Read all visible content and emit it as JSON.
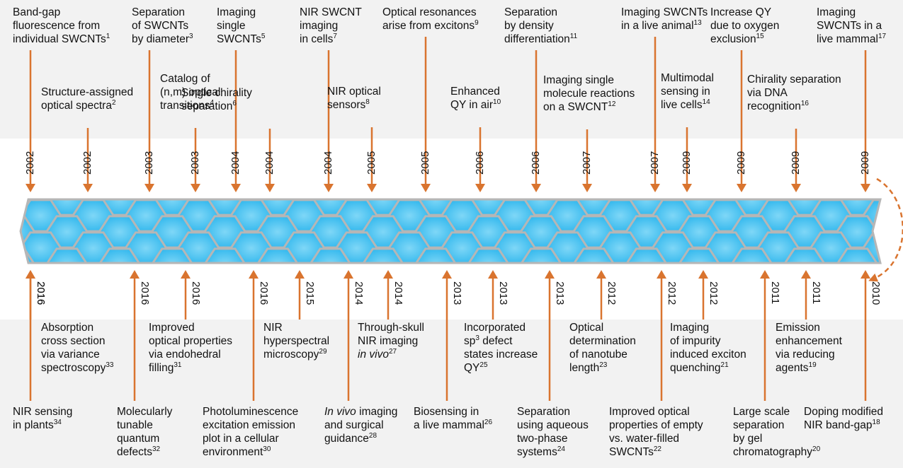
{
  "colors": {
    "arrow": "#d9742f",
    "tube": "#29b4ec",
    "tube_light": "#7fd7f7",
    "hex_edge": "#b6b6b6",
    "band": "#f2f2f2"
  },
  "top_row1": [
    {
      "parts": [
        [
          "t",
          "Band-gap"
        ],
        [
          "br"
        ],
        [
          "t",
          "fluorescence from"
        ],
        [
          "br"
        ],
        [
          "t",
          "individual SWCNTs"
        ],
        [
          "s",
          "1"
        ]
      ],
      "year": "2002"
    },
    {
      "parts": [
        [
          "t",
          "Separation"
        ],
        [
          "br"
        ],
        [
          "t",
          "of SWCNTs"
        ],
        [
          "br"
        ],
        [
          "t",
          "by diameter"
        ],
        [
          "s",
          "3"
        ]
      ],
      "year": "2003"
    },
    {
      "parts": [
        [
          "t",
          "Imaging"
        ],
        [
          "br"
        ],
        [
          "t",
          "single"
        ],
        [
          "br"
        ],
        [
          "t",
          "SWCNTs"
        ],
        [
          "s",
          "5"
        ]
      ],
      "year": "2004"
    },
    {
      "parts": [
        [
          "t",
          "NIR SWCNT"
        ],
        [
          "br"
        ],
        [
          "t",
          "imaging"
        ],
        [
          "br"
        ],
        [
          "t",
          "in cells"
        ],
        [
          "s",
          "7"
        ]
      ],
      "year": "2004"
    },
    {
      "parts": [
        [
          "t",
          "Optical resonances"
        ],
        [
          "br"
        ],
        [
          "t",
          "arise from excitons"
        ],
        [
          "s",
          "9"
        ]
      ],
      "year": "2005"
    },
    {
      "parts": [
        [
          "t",
          "Separation"
        ],
        [
          "br"
        ],
        [
          "t",
          "by density"
        ],
        [
          "br"
        ],
        [
          "t",
          "differentiation"
        ],
        [
          "s",
          "11"
        ]
      ],
      "year": "2006"
    },
    {
      "parts": [
        [
          "t",
          "Imaging SWCNTs"
        ],
        [
          "br"
        ],
        [
          "t",
          "in a live animal"
        ],
        [
          "s",
          "13"
        ]
      ],
      "year": "2007"
    },
    {
      "parts": [
        [
          "t",
          "Increase QY"
        ],
        [
          "br"
        ],
        [
          "t",
          "due to oxygen"
        ],
        [
          "br"
        ],
        [
          "t",
          "exclusion"
        ],
        [
          "s",
          "15"
        ]
      ],
      "year": "2009"
    },
    {
      "parts": [
        [
          "t",
          "Imaging"
        ],
        [
          "br"
        ],
        [
          "t",
          "SWCNTs in a"
        ],
        [
          "br"
        ],
        [
          "t",
          "live mammal"
        ],
        [
          "s",
          "17"
        ]
      ],
      "year": "2009"
    }
  ],
  "top_row2": [
    {
      "parts": [
        [
          "t",
          "Structure-assigned"
        ],
        [
          "br"
        ],
        [
          "t",
          "optical spectra"
        ],
        [
          "s",
          "2"
        ]
      ],
      "year": "2002"
    },
    {
      "parts": [
        [
          "t",
          "Catalog of"
        ],
        [
          "br"
        ],
        [
          "t",
          "(n,m) optical"
        ],
        [
          "br"
        ],
        [
          "t",
          "transitions"
        ],
        [
          "s",
          "4"
        ]
      ],
      "year": "2003"
    },
    {
      "parts": [
        [
          "t",
          "Single chirality"
        ],
        [
          "br"
        ],
        [
          "t",
          "separation"
        ],
        [
          "s",
          "6"
        ]
      ],
      "year": "2004"
    },
    {
      "parts": [
        [
          "t",
          "NIR optical"
        ],
        [
          "br"
        ],
        [
          "t",
          "sensors"
        ],
        [
          "s",
          "8"
        ]
      ],
      "year": "2005"
    },
    {
      "parts": [
        [
          "t",
          "Enhanced"
        ],
        [
          "br"
        ],
        [
          "t",
          "QY in air"
        ],
        [
          "s",
          "10"
        ]
      ],
      "year": "2006"
    },
    {
      "parts": [
        [
          "t",
          "Imaging single"
        ],
        [
          "br"
        ],
        [
          "t",
          "molecule reactions"
        ],
        [
          "br"
        ],
        [
          "t",
          "on a SWCNT"
        ],
        [
          "s",
          "12"
        ]
      ],
      "year": "2007"
    },
    {
      "parts": [
        [
          "t",
          "Multimodal"
        ],
        [
          "br"
        ],
        [
          "t",
          "sensing in"
        ],
        [
          "br"
        ],
        [
          "t",
          "live cells"
        ],
        [
          "s",
          "14"
        ]
      ],
      "year": "2009"
    },
    {
      "parts": [
        [
          "t",
          "Chirality separation"
        ],
        [
          "br"
        ],
        [
          "t",
          "via DNA"
        ],
        [
          "br"
        ],
        [
          "t",
          "recognition"
        ],
        [
          "s",
          "16"
        ]
      ],
      "year": "2009"
    }
  ],
  "bottom_row1": [
    {
      "parts": [
        [
          "t",
          "Absorption"
        ],
        [
          "br"
        ],
        [
          "t",
          "cross section"
        ],
        [
          "br"
        ],
        [
          "t",
          "via variance"
        ],
        [
          "br"
        ],
        [
          "t",
          "spectroscopy"
        ],
        [
          "s",
          "33"
        ]
      ],
      "year": "2016"
    },
    {
      "parts": [
        [
          "t",
          "Improved"
        ],
        [
          "br"
        ],
        [
          "t",
          "optical properties"
        ],
        [
          "br"
        ],
        [
          "t",
          "via endohedral"
        ],
        [
          "br"
        ],
        [
          "t",
          "filling"
        ],
        [
          "s",
          "31"
        ]
      ],
      "year": "2016"
    },
    {
      "parts": [
        [
          "t",
          "NIR"
        ],
        [
          "br"
        ],
        [
          "t",
          "hyperspectral"
        ],
        [
          "br"
        ],
        [
          "t",
          "microscopy"
        ],
        [
          "s",
          "29"
        ]
      ],
      "year": "2015"
    },
    {
      "parts": [
        [
          "t",
          "Through-skull"
        ],
        [
          "br"
        ],
        [
          "t",
          "NIR imaging"
        ],
        [
          "br"
        ],
        [
          "i",
          "in vivo"
        ],
        [
          "s",
          "27"
        ]
      ],
      "year": "2014"
    },
    {
      "parts": [
        [
          "t",
          "Incorporated"
        ],
        [
          "br"
        ],
        [
          "t",
          "sp"
        ],
        [
          "s",
          "3"
        ],
        [
          "t",
          " defect"
        ],
        [
          "br"
        ],
        [
          "t",
          "states increase"
        ],
        [
          "br"
        ],
        [
          "t",
          "QY"
        ],
        [
          "s",
          "25"
        ]
      ],
      "year": "2013"
    },
    {
      "parts": [
        [
          "t",
          "Optical"
        ],
        [
          "br"
        ],
        [
          "t",
          "determination"
        ],
        [
          "br"
        ],
        [
          "t",
          "of nanotube"
        ],
        [
          "br"
        ],
        [
          "t",
          "length"
        ],
        [
          "s",
          "23"
        ]
      ],
      "year": "2012"
    },
    {
      "parts": [
        [
          "t",
          "Imaging"
        ],
        [
          "br"
        ],
        [
          "t",
          "of impurity"
        ],
        [
          "br"
        ],
        [
          "t",
          "induced exciton"
        ],
        [
          "br"
        ],
        [
          "t",
          "quenching"
        ],
        [
          "s",
          "21"
        ]
      ],
      "year": "2012"
    },
    {
      "parts": [
        [
          "t",
          "Emission"
        ],
        [
          "br"
        ],
        [
          "t",
          "enhancement"
        ],
        [
          "br"
        ],
        [
          "t",
          "via reducing"
        ],
        [
          "br"
        ],
        [
          "t",
          "agents"
        ],
        [
          "s",
          "19"
        ]
      ],
      "year": "2011"
    }
  ],
  "bottom_row2": [
    {
      "parts": [
        [
          "t",
          "NIR sensing"
        ],
        [
          "br"
        ],
        [
          "t",
          "in plants"
        ],
        [
          "s",
          "34"
        ]
      ],
      "year": "2016"
    },
    {
      "parts": [
        [
          "t",
          "Molecularly"
        ],
        [
          "br"
        ],
        [
          "t",
          "tunable"
        ],
        [
          "br"
        ],
        [
          "t",
          "quantum"
        ],
        [
          "br"
        ],
        [
          "t",
          "defects"
        ],
        [
          "s",
          "32"
        ]
      ],
      "year": "2016"
    },
    {
      "parts": [
        [
          "t",
          "Photoluminescence"
        ],
        [
          "br"
        ],
        [
          "t",
          "excitation emission"
        ],
        [
          "br"
        ],
        [
          "t",
          "plot in a cellular"
        ],
        [
          "br"
        ],
        [
          "t",
          "environment"
        ],
        [
          "s",
          "30"
        ]
      ],
      "year": "2016"
    },
    {
      "parts": [
        [
          "i",
          "In vivo"
        ],
        [
          "t",
          " imaging"
        ],
        [
          "br"
        ],
        [
          "t",
          "and surgical"
        ],
        [
          "br"
        ],
        [
          "t",
          "guidance"
        ],
        [
          "s",
          "28"
        ]
      ],
      "year": "2014"
    },
    {
      "parts": [
        [
          "t",
          "Biosensing in"
        ],
        [
          "br"
        ],
        [
          "t",
          "a live mammal"
        ],
        [
          "s",
          "26"
        ]
      ],
      "year": "2013"
    },
    {
      "parts": [
        [
          "t",
          "Separation"
        ],
        [
          "br"
        ],
        [
          "t",
          "using aqueous"
        ],
        [
          "br"
        ],
        [
          "t",
          "two-phase"
        ],
        [
          "br"
        ],
        [
          "t",
          "systems"
        ],
        [
          "s",
          "24"
        ]
      ],
      "year": "2013"
    },
    {
      "parts": [
        [
          "t",
          "Improved optical"
        ],
        [
          "br"
        ],
        [
          "t",
          "properties of empty"
        ],
        [
          "br"
        ],
        [
          "t",
          "vs. water-filled"
        ],
        [
          "br"
        ],
        [
          "t",
          "SWCNTs"
        ],
        [
          "s",
          "22"
        ]
      ],
      "year": "2012"
    },
    {
      "parts": [
        [
          "t",
          "Large scale"
        ],
        [
          "br"
        ],
        [
          "t",
          "separation"
        ],
        [
          "br"
        ],
        [
          "t",
          "by gel"
        ],
        [
          "br"
        ],
        [
          "t",
          "chromatography"
        ],
        [
          "s",
          "20"
        ]
      ],
      "year": "2011"
    },
    {
      "parts": [
        [
          "t",
          "Doping modified"
        ],
        [
          "br"
        ],
        [
          "t",
          "NIR band-gap"
        ],
        [
          "s",
          "18"
        ]
      ],
      "year": "2010"
    }
  ]
}
